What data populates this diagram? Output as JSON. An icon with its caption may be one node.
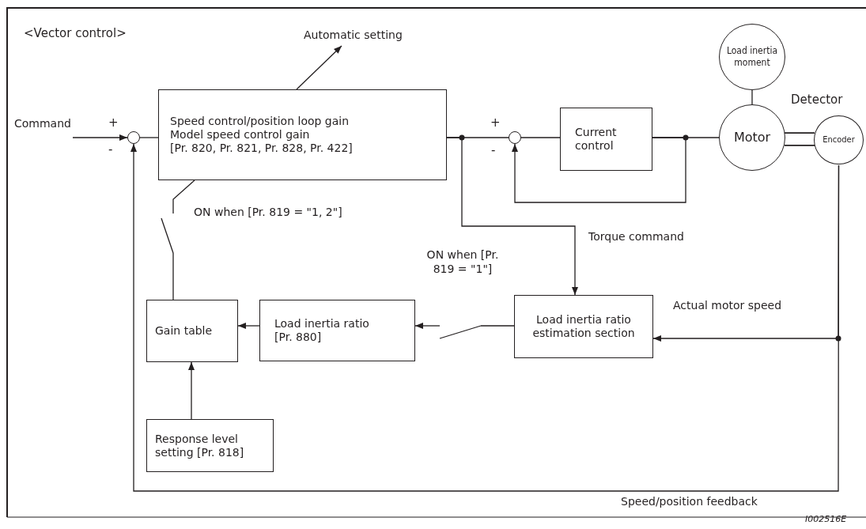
{
  "diagram": {
    "nodes": [
      {
        "text": [
          "Command"
        ]
      },
      {
        "text": [],
        "shape": "circle"
      },
      {
        "text": [
          "Speed control/position loop gain",
          "Model speed control gain",
          "[Pr. 820, Pr. 821, Pr. 828, Pr. 422]"
        ]
      },
      {
        "text": [
          "Automatic setting"
        ]
      },
      {
        "text": [],
        "shape": "circle"
      },
      {
        "text": [
          "Current control"
        ]
      },
      {
        "text": [
          "Load inertia moment"
        ]
      },
      {
        "text": [
          "Motor"
        ]
      },
      {
        "text": [
          "Encoder"
        ],
        "beside": [
          "Detector"
        ]
      },
      {
        "text": [
          "Load inertia ratio estimation section"
        ]
      },
      {
        "text": [
          "Load inertia ratio",
          "[Pr. 880]"
        ]
      },
      {
        "text": [
          "Gain table"
        ]
      },
      {
        "text": [
          "Response level setting [Pr. 818]"
        ]
      },
      {
        "text": [],
        "shape": "switch"
      },
      {
        "text": [],
        "shape": "switch"
      }
    ],
    "edges": [
      {
        "from": 0,
        "to": 1,
        "arrow": "to"
      },
      {
        "from": 1,
        "to": 2,
        "arrow": "none"
      },
      {
        "from": 2,
        "to": 3,
        "arrow": "to"
      },
      {
        "from": 2,
        "to": 4,
        "arrow": "none"
      },
      {
        "from": 4,
        "to": 5,
        "arrow": "none"
      },
      {
        "from": 5,
        "to": 7,
        "arrow": "none"
      },
      {
        "from": 5,
        "to": 4,
        "arrow": "to"
      },
      {
        "from": 6,
        "to": 7,
        "arrow": "none"
      },
      {
        "from": 7,
        "to": 8,
        "arrow": "none"
      },
      {
        "from": 2,
        "to": 9,
        "arrow": "to",
        "label": "Torque command"
      },
      {
        "from": 8,
        "to": 9,
        "arrow": "to",
        "label": "Actual motor speed"
      },
      {
        "from": 8,
        "to": 1,
        "arrow": "to",
        "label": "Speed/position feedback"
      },
      {
        "from": 9,
        "to": 14,
        "arrow": "none"
      },
      {
        "from": 14,
        "to": 10,
        "arrow": "to"
      },
      {
        "from": 10,
        "to": 11,
        "arrow": "to"
      },
      {
        "from": 12,
        "to": 11,
        "arrow": "to"
      },
      {
        "from": 11,
        "to": 13,
        "arrow": "none"
      },
      {
        "from": 13,
        "to": 2,
        "arrow": "none"
      }
    ],
    "labels": [
      "<Vector control>",
      "+",
      "-",
      "+",
      "-",
      "ON when [Pr. 819 = \"1, 2\"]",
      "ON when [Pr. 819 = \"1\"]",
      "I002516E"
    ]
  }
}
